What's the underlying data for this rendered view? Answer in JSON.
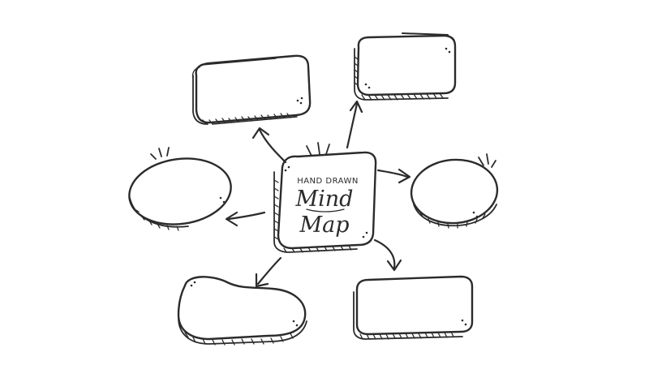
{
  "diagram": {
    "type": "mind-map",
    "center": {
      "line1": "HAND DRAWN",
      "line2": "Mind",
      "line3": "Map"
    },
    "branches": [
      {
        "id": "top-left",
        "shape": "rounded-rectangle",
        "text": ""
      },
      {
        "id": "top-right",
        "shape": "rounded-rectangle",
        "text": ""
      },
      {
        "id": "left",
        "shape": "ellipse",
        "text": ""
      },
      {
        "id": "right",
        "shape": "ellipse",
        "text": ""
      },
      {
        "id": "bottom-left",
        "shape": "blob",
        "text": ""
      },
      {
        "id": "bottom-right",
        "shape": "rounded-rectangle",
        "text": ""
      }
    ],
    "ink_color": "#2b2b2b",
    "background_color": "#ffffff"
  }
}
